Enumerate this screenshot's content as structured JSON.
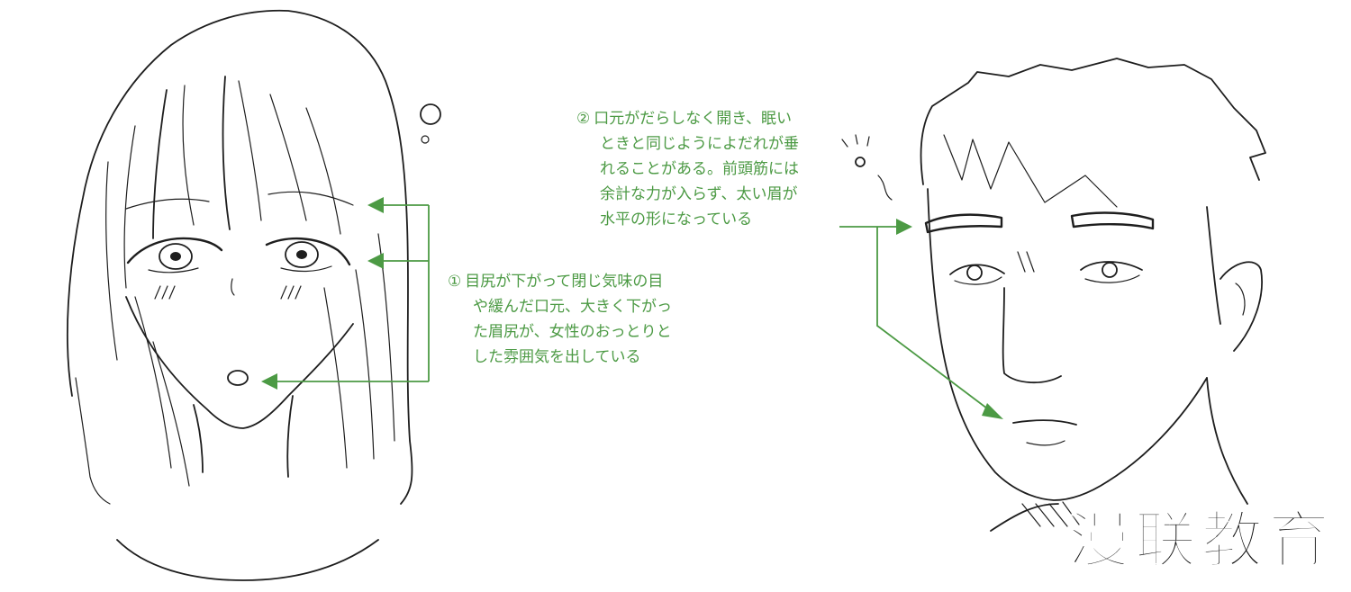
{
  "annotations": {
    "note1": {
      "number": "①",
      "lines": [
        "目尻が下がって閉じ気味の目",
        "や緩んだ口元、大きく下がっ",
        "た眉尻が、女性のおっとりと",
        "した雰囲気を出している"
      ]
    },
    "note2": {
      "number": "②",
      "lines": [
        "口元がだらしなく開き、眠い",
        "ときと同じようによだれが垂",
        "れることがある。前頭筋には",
        "余計な力が入らず、太い眉が",
        "水平の形になっている"
      ]
    }
  },
  "watermark": "漫联教育",
  "colors": {
    "accent": "#4c9a44",
    "ink": "#1e1e1e",
    "background": "#ffffff"
  }
}
